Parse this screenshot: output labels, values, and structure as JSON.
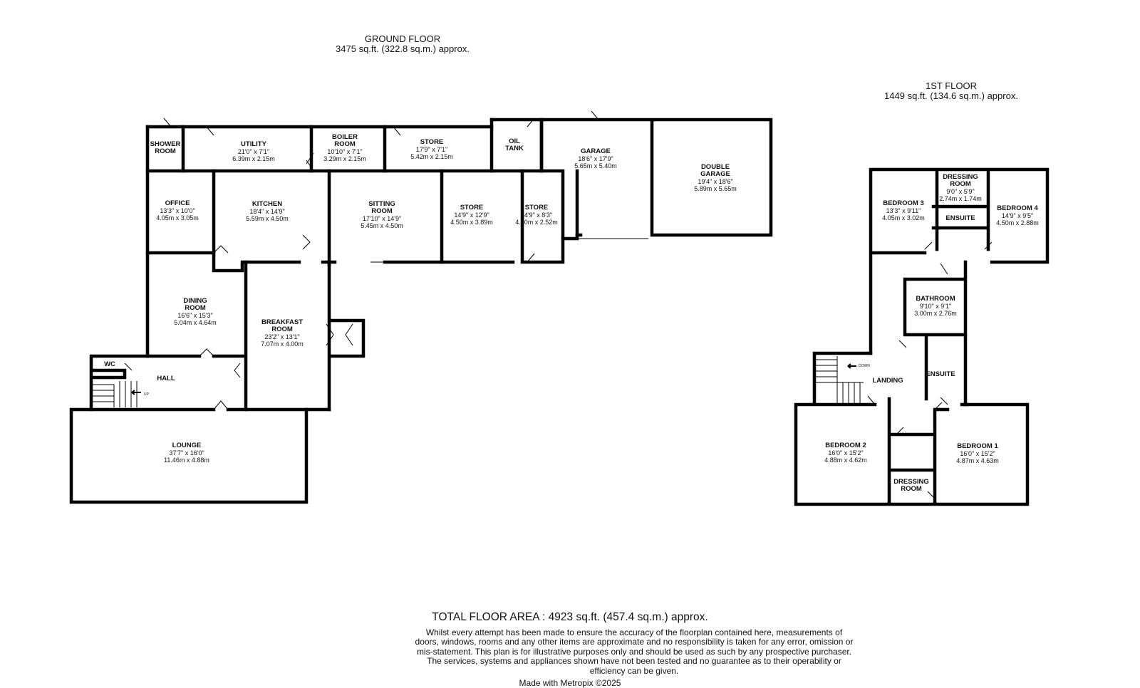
{
  "ground_floor": {
    "title": "GROUND FLOOR",
    "area": "3475 sq.ft. (322.8 sq.m.) approx.",
    "rooms": [
      {
        "id": "shower",
        "lines": [
          "SHOWER",
          "ROOM"
        ],
        "dims": []
      },
      {
        "id": "utility",
        "lines": [
          "UTILITY"
        ],
        "dims": [
          "21'0\" x 7'1\"",
          "6.39m x 2.15m"
        ]
      },
      {
        "id": "boiler",
        "lines": [
          "BOILER",
          "ROOM"
        ],
        "dims": [
          "10'10\" x 7'1\"",
          "3.29m x 2.15m"
        ]
      },
      {
        "id": "store1",
        "lines": [
          "STORE"
        ],
        "dims": [
          "17'9\" x 7'1\"",
          "5.42m x 2.15m"
        ]
      },
      {
        "id": "oil",
        "lines": [
          "OIL",
          "TANK"
        ],
        "dims": []
      },
      {
        "id": "garage",
        "lines": [
          "GARAGE"
        ],
        "dims": [
          "18'6\" x 17'9\"",
          "5.65m x 5.40m"
        ]
      },
      {
        "id": "double_garage",
        "lines": [
          "DOUBLE",
          "GARAGE"
        ],
        "dims": [
          "19'4\" x 18'6\"",
          "5.89m x 5.65m"
        ]
      },
      {
        "id": "office",
        "lines": [
          "OFFICE"
        ],
        "dims": [
          "13'3\" x 10'0\"",
          "4.05m x 3.05m"
        ]
      },
      {
        "id": "kitchen",
        "lines": [
          "KITCHEN"
        ],
        "dims": [
          "18'4\" x 14'9\"",
          "5.59m x 4.50m"
        ]
      },
      {
        "id": "sitting",
        "lines": [
          "SITTING",
          "ROOM"
        ],
        "dims": [
          "17'10\" x 14'9\"",
          "5.45m x 4.50m"
        ]
      },
      {
        "id": "store2",
        "lines": [
          "STORE"
        ],
        "dims": [
          "14'9\" x 12'9\"",
          "4.50m x 3.89m"
        ]
      },
      {
        "id": "store3",
        "lines": [
          "STORE"
        ],
        "dims": [
          "14'9\" x 8'3\"",
          "4.50m x 2.52m"
        ]
      },
      {
        "id": "dining",
        "lines": [
          "DINING",
          "ROOM"
        ],
        "dims": [
          "16'6\" x 15'3\"",
          "5.04m x 4.64m"
        ]
      },
      {
        "id": "breakfast",
        "lines": [
          "BREAKFAST",
          "ROOM"
        ],
        "dims": [
          "23'2\" x 13'1\"",
          "7.07m x 4.00m"
        ]
      },
      {
        "id": "wc",
        "lines": [
          "WC"
        ],
        "dims": []
      },
      {
        "id": "hall",
        "lines": [
          "HALL"
        ],
        "dims": []
      },
      {
        "id": "lounge",
        "lines": [
          "LOUNGE"
        ],
        "dims": [
          "37'7\" x 16'0\"",
          "11.46m x 4.88m"
        ]
      }
    ],
    "stair_note": "UP"
  },
  "first_floor": {
    "title": "1ST FLOOR",
    "area": "1449 sq.ft. (134.6 sq.m.) approx.",
    "rooms": [
      {
        "id": "bed3",
        "lines": [
          "BEDROOM 3"
        ],
        "dims": [
          "13'3\" x 9'11\"",
          "4.05m x 3.02m"
        ]
      },
      {
        "id": "dressing1",
        "lines": [
          "DRESSING",
          "ROOM"
        ],
        "dims": [
          "9'0\" x 5'9\"",
          "2.74m x 1.74m"
        ]
      },
      {
        "id": "ensuite1",
        "lines": [
          "ENSUITE"
        ],
        "dims": []
      },
      {
        "id": "bed4",
        "lines": [
          "BEDROOM 4"
        ],
        "dims": [
          "14'9\" x 9'5\"",
          "4.50m x 2.88m"
        ]
      },
      {
        "id": "bathroom",
        "lines": [
          "BATHROOM"
        ],
        "dims": [
          "9'10\" x 9'1\"",
          "3.00m x 2.76m"
        ]
      },
      {
        "id": "landing",
        "lines": [
          "LANDING"
        ],
        "dims": []
      },
      {
        "id": "ensuite2",
        "lines": [
          "ENSUITE"
        ],
        "dims": []
      },
      {
        "id": "bed2",
        "lines": [
          "BEDROOM 2"
        ],
        "dims": [
          "16'0\" x 15'2\"",
          "4.88m x 4.62m"
        ]
      },
      {
        "id": "bed1",
        "lines": [
          "BEDROOM 1"
        ],
        "dims": [
          "16'0\" x 15'2\"",
          "4.87m x 4.63m"
        ]
      },
      {
        "id": "dressing2",
        "lines": [
          "DRESSING",
          "ROOM"
        ],
        "dims": []
      }
    ],
    "stair_note": "DOWN"
  },
  "total_area": "TOTAL FLOOR AREA : 4923 sq.ft. (457.4 sq.m.) approx.",
  "disclaimer": "Whilst every attempt has been made to ensure the accuracy of the floorplan contained here, measurements of doors, windows, rooms and any other items are approximate and no responsibility is taken for any error, omission or mis-statement. This plan is for illustrative purposes only and should be used as such by any prospective purchaser. The services, systems and appliances shown have not been tested and no guarantee as to their operability or efficiency can be given.",
  "credit": "Made with Metropix ©2025"
}
